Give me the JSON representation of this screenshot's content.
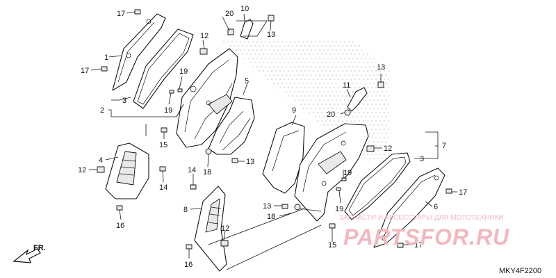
{
  "diagram": {
    "code": "MKY4F2200",
    "direction": "FR.",
    "watermark_brand": "PARTSFOR.RU",
    "watermark_tagline": "ЗАПЧАСТИ И АКСЕССУАРЫ ДЛЯ МОТОТЕХНИКИ",
    "watermark_color": "#f2b8bf"
  },
  "labels": [
    {
      "id": "l17a",
      "text": "17"
    },
    {
      "id": "l1",
      "text": "1"
    },
    {
      "id": "l17b",
      "text": "17"
    },
    {
      "id": "l2a",
      "text": "2"
    },
    {
      "id": "l3a",
      "text": "3"
    },
    {
      "id": "l20a",
      "text": "20"
    },
    {
      "id": "l10",
      "text": "10"
    },
    {
      "id": "l13a",
      "text": "13"
    },
    {
      "id": "l12a",
      "text": "12"
    },
    {
      "id": "l19a",
      "text": "19"
    },
    {
      "id": "l19b",
      "text": "19"
    },
    {
      "id": "l5",
      "text": "5"
    },
    {
      "id": "l15a",
      "text": "15"
    },
    {
      "id": "l18a",
      "text": "18"
    },
    {
      "id": "l13b",
      "text": "13"
    },
    {
      "id": "l4",
      "text": "4"
    },
    {
      "id": "l12b",
      "text": "12"
    },
    {
      "id": "l14a",
      "text": "14"
    },
    {
      "id": "l16a",
      "text": "16"
    },
    {
      "id": "l14b",
      "text": "14"
    },
    {
      "id": "l8",
      "text": "8"
    },
    {
      "id": "l12c",
      "text": "12"
    },
    {
      "id": "l16b",
      "text": "16"
    },
    {
      "id": "l9",
      "text": "9"
    },
    {
      "id": "l13c",
      "text": "13"
    },
    {
      "id": "l11",
      "text": "11"
    },
    {
      "id": "l20b",
      "text": "20"
    },
    {
      "id": "l12d",
      "text": "12"
    },
    {
      "id": "l7",
      "text": "7"
    },
    {
      "id": "l3b",
      "text": "3"
    },
    {
      "id": "l19c",
      "text": "19"
    },
    {
      "id": "l19d",
      "text": "19"
    },
    {
      "id": "l13d",
      "text": "13"
    },
    {
      "id": "l18b",
      "text": "18"
    },
    {
      "id": "l17c",
      "text": "17"
    },
    {
      "id": "l6",
      "text": "6"
    },
    {
      "id": "l15b",
      "text": "15"
    },
    {
      "id": "l17d",
      "text": "17"
    }
  ]
}
